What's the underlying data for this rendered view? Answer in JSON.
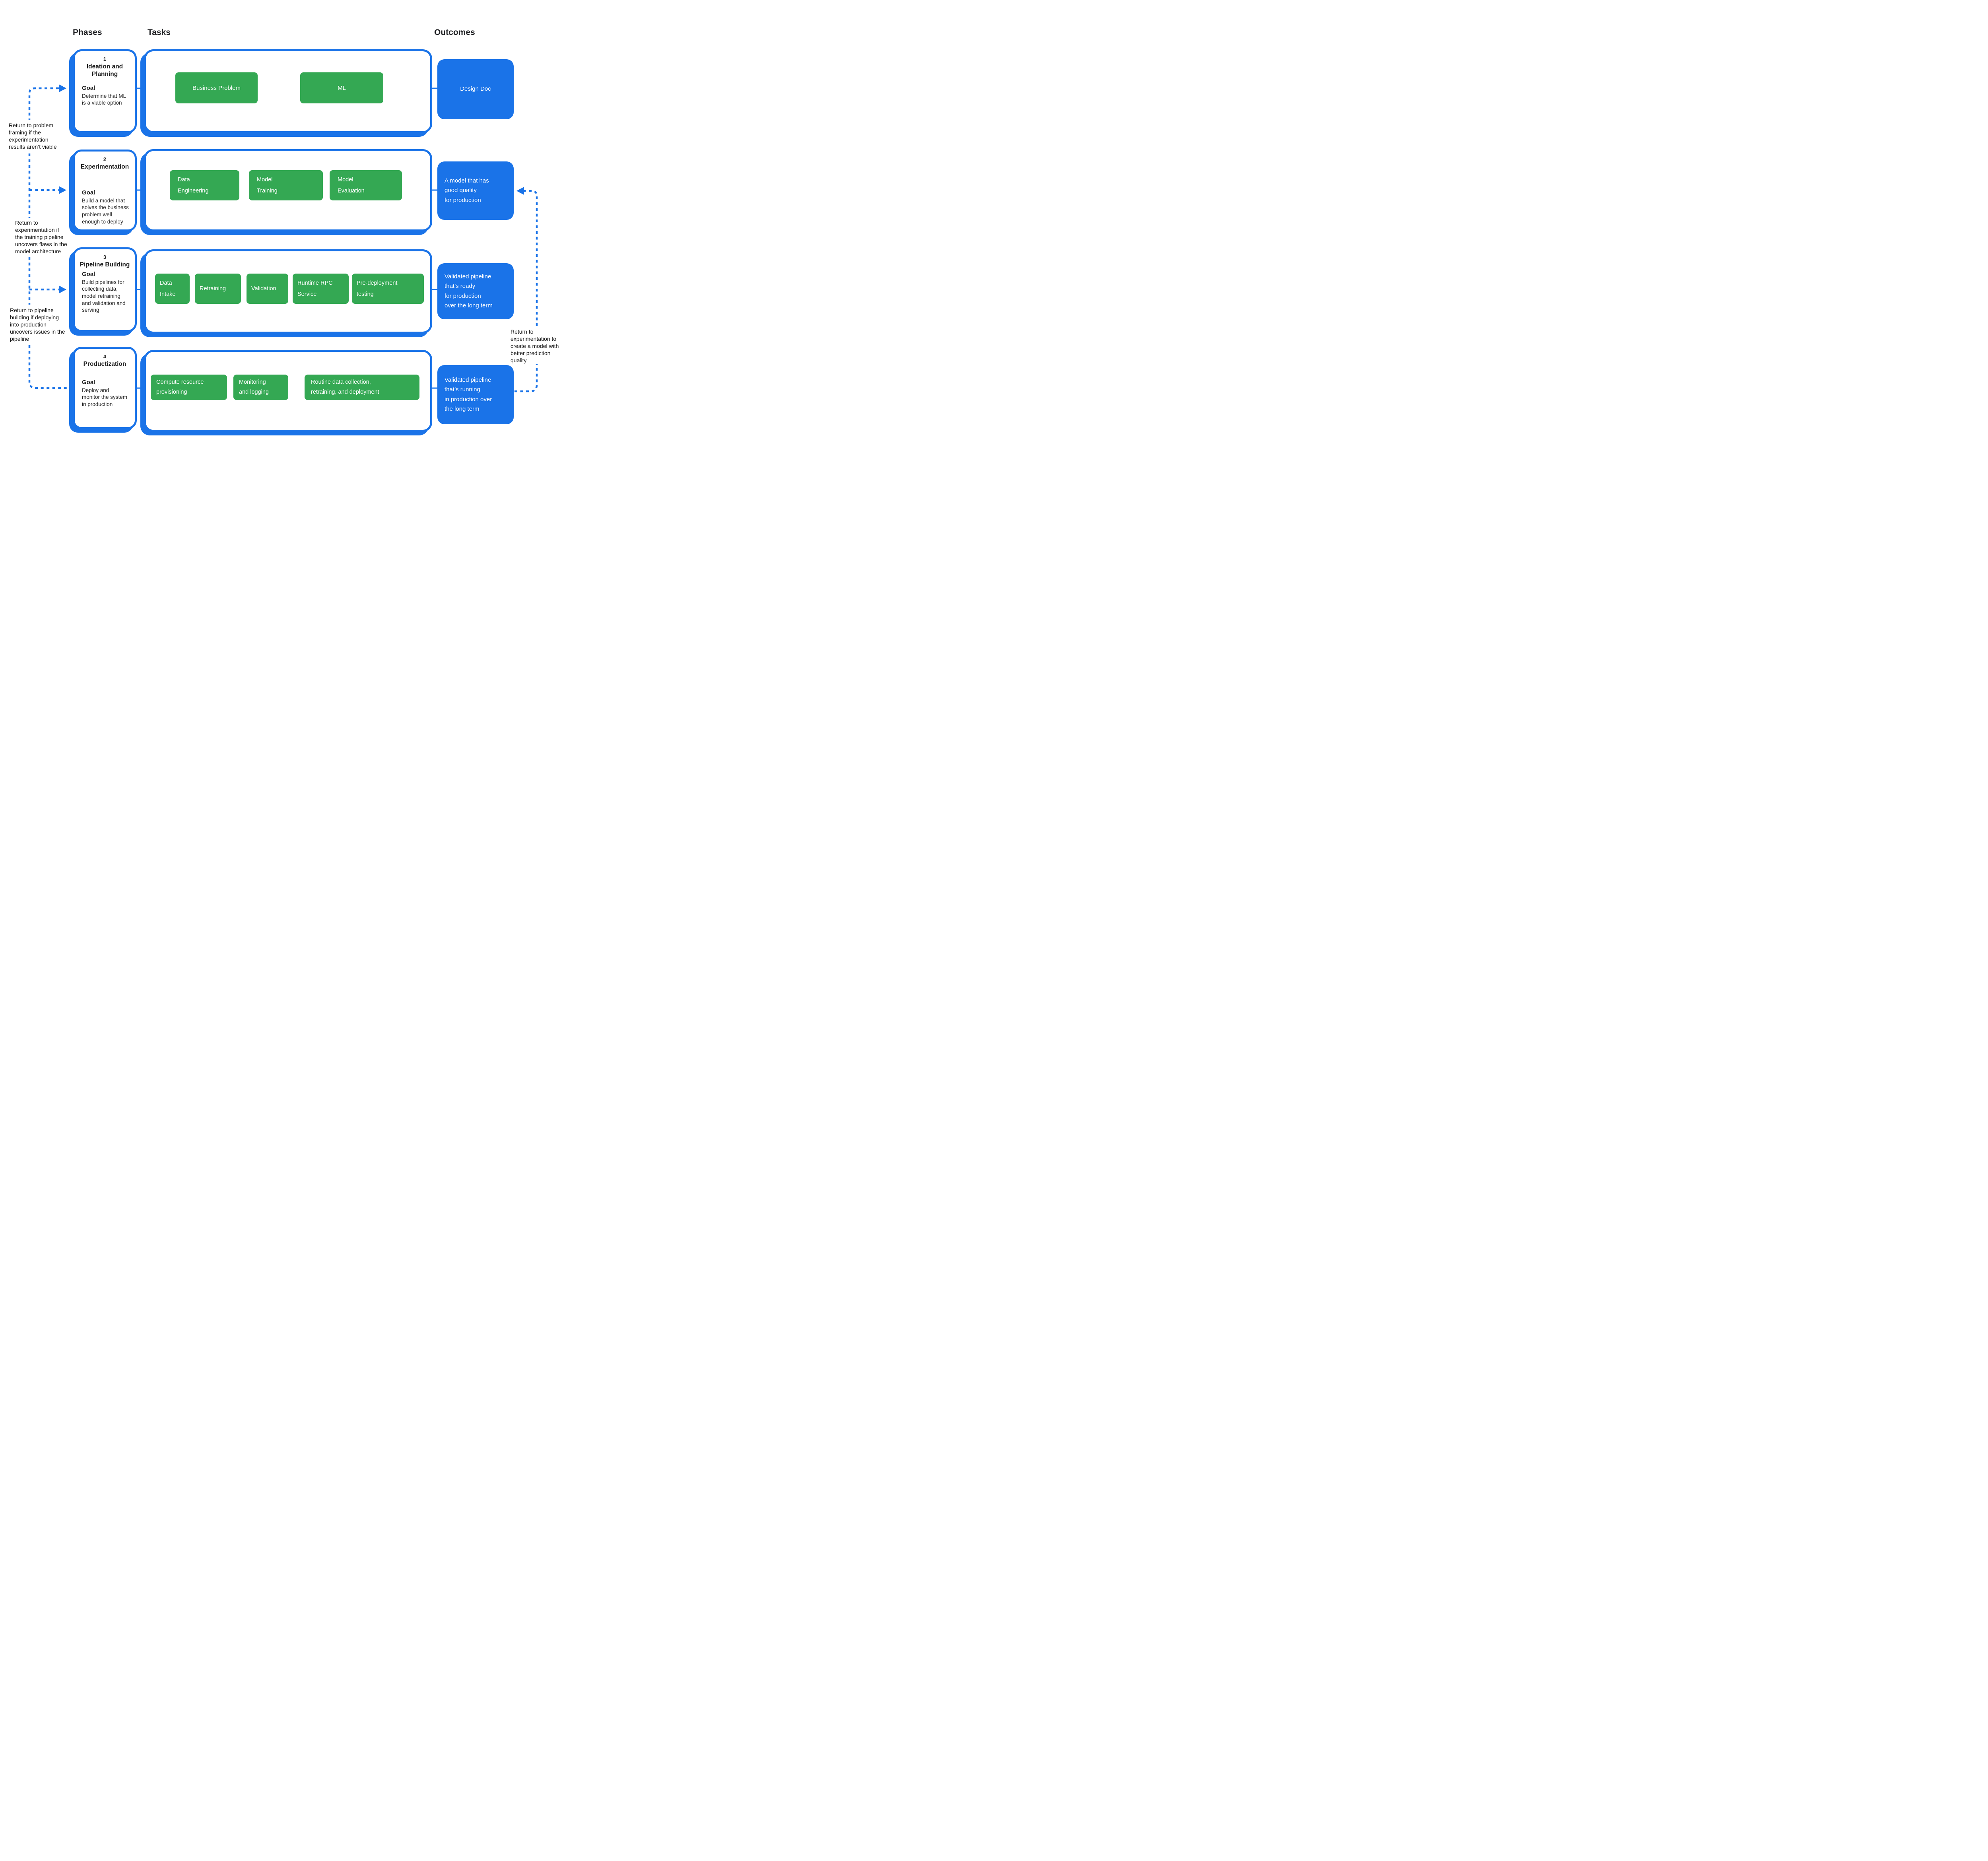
{
  "colors": {
    "blue": "#1A73E8",
    "green": "#34A853",
    "text": "#1F1F1F"
  },
  "headers": {
    "phases": "Phases",
    "tasks": "Tasks",
    "outcomes": "Outcomes"
  },
  "phases": [
    {
      "number": "1",
      "title": "Ideation and\nPlanning",
      "goal_label": "Goal",
      "goal_text": "Determine that ML\nis a viable option"
    },
    {
      "number": "2",
      "title": "Experimentation",
      "goal_label": "Goal",
      "goal_text": "Build a model that\nsolves the business\nproblem well\nenough to deploy"
    },
    {
      "number": "3",
      "title": "Pipeline Building",
      "goal_label": "Goal",
      "goal_text": "Build pipelines for\ncollecting data,\nmodel retraining\nand validation and\nserving"
    },
    {
      "number": "4",
      "title": "Productization",
      "goal_label": "Goal",
      "goal_text": "Deploy and\nmonitor the system\nin production"
    }
  ],
  "tasks": {
    "row1": [
      {
        "label": "Business Problem"
      },
      {
        "label": "ML"
      }
    ],
    "row2": [
      {
        "label": "Data\nEngineering"
      },
      {
        "label": "Model\nTraining"
      },
      {
        "label": "Model\nEvaluation"
      }
    ],
    "row3": [
      {
        "label": "Data\nIntake"
      },
      {
        "label": "Retraining"
      },
      {
        "label": "Validation"
      },
      {
        "label": "Runtime RPC\nService"
      },
      {
        "label": "Pre-deployment\ntesting"
      }
    ],
    "row4": [
      {
        "label": "Compute resource\nprovisioning"
      },
      {
        "label": "Monitoring\nand logging"
      },
      {
        "label": "Routine data collection,\nretraining, and deployment"
      }
    ]
  },
  "outcomes": [
    {
      "label": "Design Doc"
    },
    {
      "label": "A model that has\ngood quality\nfor production"
    },
    {
      "label": "Validated pipeline\nthat’s ready\nfor production\nover the long term"
    },
    {
      "label": "Validated pipeline\nthat’s running\nin production over\nthe long term"
    }
  ],
  "annotations": {
    "left": [
      {
        "text": "Return to problem\nframing if the\nexperimentation\nresults aren’t viable"
      },
      {
        "text": "Return to\nexperimentation if\nthe training pipeline\nuncovers flaws in the\nmodel architecture"
      },
      {
        "text": "Return to pipeline\nbuilding if deploying\ninto production\nuncovers issues in the\npipeline"
      }
    ],
    "right": {
      "text": "Return to\nexperimentation to\ncreate a model with\nbetter prediction\nquality"
    }
  }
}
